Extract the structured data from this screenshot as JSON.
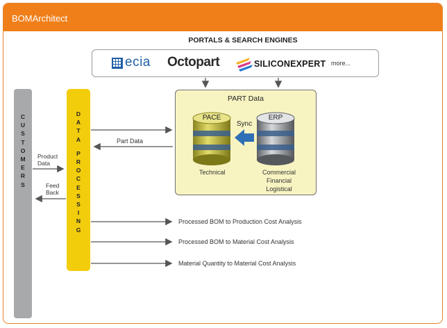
{
  "window": {
    "title": "BOMArchitect"
  },
  "portals": {
    "title": "PORTALS & SEARCH ENGINES",
    "logos": [
      {
        "name": "ecia",
        "text": "ecia"
      },
      {
        "name": "octopart",
        "text": "Octopart"
      },
      {
        "name": "siliconexpert",
        "text": "SILICONEXPERT"
      }
    ],
    "more": "more..."
  },
  "customers": {
    "letters": [
      "C",
      "U",
      "S",
      "T",
      "O",
      "M",
      "E",
      "R",
      "S"
    ]
  },
  "data_processing": {
    "letters": [
      "D",
      "A",
      "T",
      "A",
      " ",
      "P",
      "R",
      "O",
      "C",
      "E",
      "S",
      "S",
      "I",
      "N",
      "G"
    ]
  },
  "part_data": {
    "title": "PART Data",
    "pace": {
      "label": "PACE",
      "caption": "Technical"
    },
    "erp": {
      "label": "ERP",
      "caption_lines": [
        "Commercial",
        "Financial",
        "Logistical"
      ]
    },
    "sync": "Sync"
  },
  "flows": {
    "part_data": "Part Data",
    "product_data": [
      "Product",
      "Data"
    ],
    "feed_back": [
      "Feed",
      "Back"
    ],
    "outputs": [
      "Processed BOM to Production Cost Analysis",
      "Processed BOM to Material Cost Analysis",
      "Material Quantity to Material Cost Analysis"
    ]
  },
  "colors": {
    "accent": "#f07f1a",
    "data_processing": "#f2cd0c",
    "customers": "#a8a9ab",
    "part_box": "#f8f4c2",
    "pace_db": "#c8c23a",
    "erp_db": "#8f9398",
    "sync_arrow": "#2f6fb5"
  }
}
